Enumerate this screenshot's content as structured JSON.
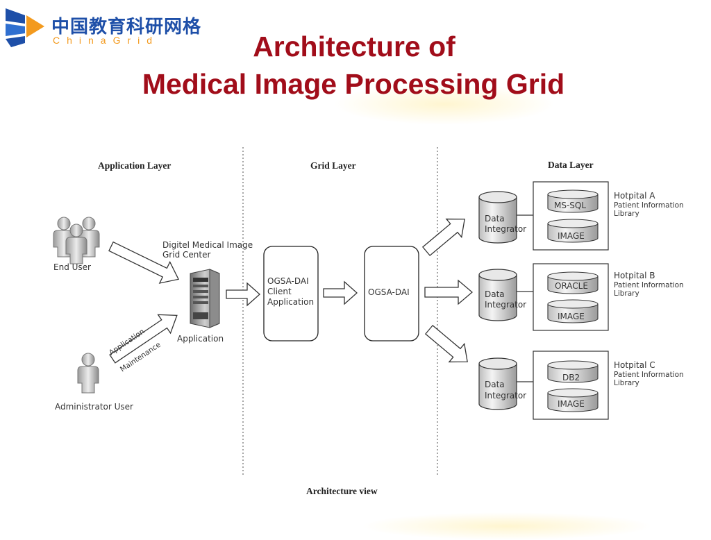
{
  "logo": {
    "chinese": "中国教育科研网格",
    "english": "ChinaGrid"
  },
  "title": {
    "line1": "Architecture of",
    "line2": "Medical Image Processing Grid"
  },
  "layers": {
    "application": "Application Layer",
    "grid": "Grid Layer",
    "data": "Data Layer"
  },
  "users": {
    "end_user": "End User",
    "administrator": "Administrator User"
  },
  "center": {
    "line1": "Digitel Medical Image",
    "line2": "Grid Center",
    "server_label": "Application"
  },
  "arrow_labels": {
    "application": "Application",
    "maintenance": "Maintenance"
  },
  "ogsa_client": {
    "line1": "OGSA-DAI",
    "line2": "Client",
    "line3": "Application"
  },
  "ogsa_dai": "OGSA-DAI",
  "integrator": {
    "line1": "Data",
    "line2": "Integrator"
  },
  "hospitals": [
    {
      "name": "Hotpital A",
      "line1": "Patient Information",
      "line2": "Library",
      "db": "MS-SQL",
      "image": "IMAGE"
    },
    {
      "name": "Hotpital B",
      "line1": "Patient Information",
      "line2": "Library",
      "db": "ORACLE",
      "image": "IMAGE"
    },
    {
      "name": "Hotpital C",
      "line1": "Patient Information",
      "line2": "Library",
      "db": "DB2",
      "image": "IMAGE"
    }
  ],
  "caption": "Architecture view",
  "colors": {
    "title": "#a10d1a",
    "logo_blue": "#1e4fa8",
    "logo_orange": "#f39a1e"
  }
}
